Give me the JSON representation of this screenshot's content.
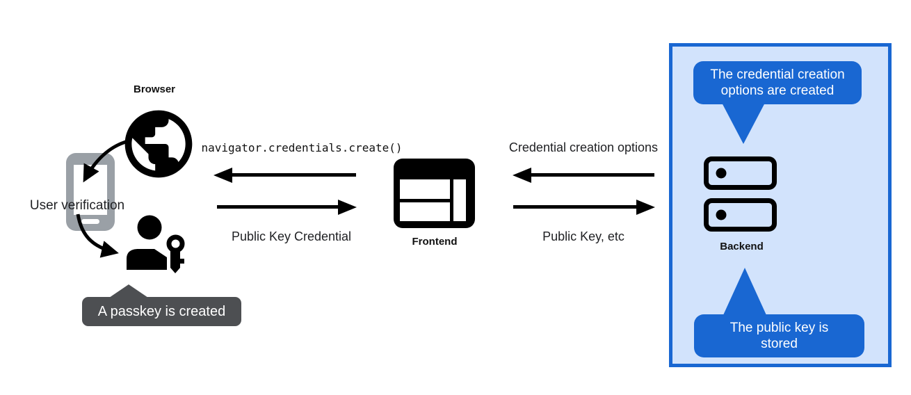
{
  "labels": {
    "browser": "Browser",
    "user_verification": "User verification",
    "frontend": "Frontend",
    "backend": "Backend"
  },
  "arrows": {
    "navigator_create": "navigator.credentials.create()",
    "public_key_credential": "Public Key Credential",
    "credential_creation_options": "Credential creation options",
    "public_key_etc": "Public Key, etc"
  },
  "callouts": {
    "passkey_created": "A passkey is created",
    "top_bubble": {
      "line1": "The credential creation",
      "line2": "options are created"
    },
    "bottom_bubble": {
      "line1": "The public key is",
      "line2": "stored"
    }
  },
  "colors": {
    "bubble_blue": "#1967d2",
    "panel_background": "#d2e3fc",
    "panel_border": "#1967d2",
    "tooltip_gray": "#4d4f52",
    "phone_gray": "#9aa0a6",
    "ink": "#000000"
  },
  "icons": {
    "globe": "globe-icon",
    "smartphone": "smartphone-icon",
    "person_key": "person-key-icon",
    "browser_window": "browser-window-icon",
    "server_stack": "server-stack-icon"
  }
}
